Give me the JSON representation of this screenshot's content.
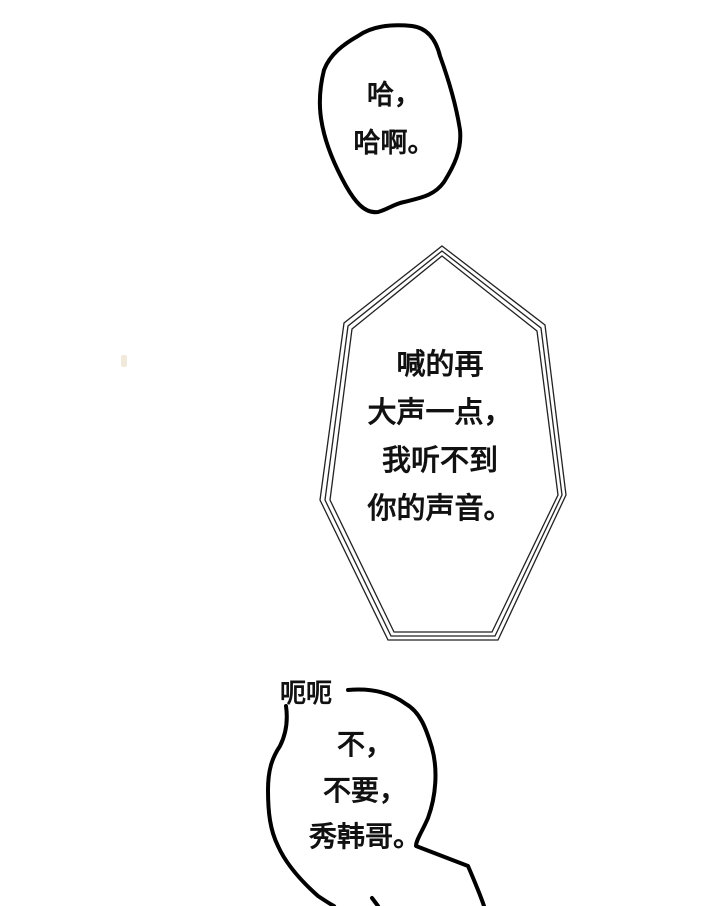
{
  "panel": {
    "background": "#ffffff",
    "bubbles": [
      {
        "id": "bubble-1",
        "shape": "rough-rounded",
        "lines": [
          "哈，",
          "哈啊。"
        ],
        "text": "哈，\n哈啊。"
      },
      {
        "id": "bubble-2",
        "shape": "triple-line-heptagon",
        "lines": [
          "喊的再",
          "大声一点，",
          "我听不到",
          "你的声音。"
        ],
        "text": "喊的再\n大声一点，\n我听不到\n你的声音。"
      },
      {
        "id": "bubble-3",
        "shape": "rough-open-bottom",
        "lines": [
          "不，",
          "不要，",
          "秀韩哥。"
        ],
        "text": "不，\n不要，\n秀韩哥。"
      }
    ],
    "sfx": {
      "text": "呃呃"
    }
  }
}
